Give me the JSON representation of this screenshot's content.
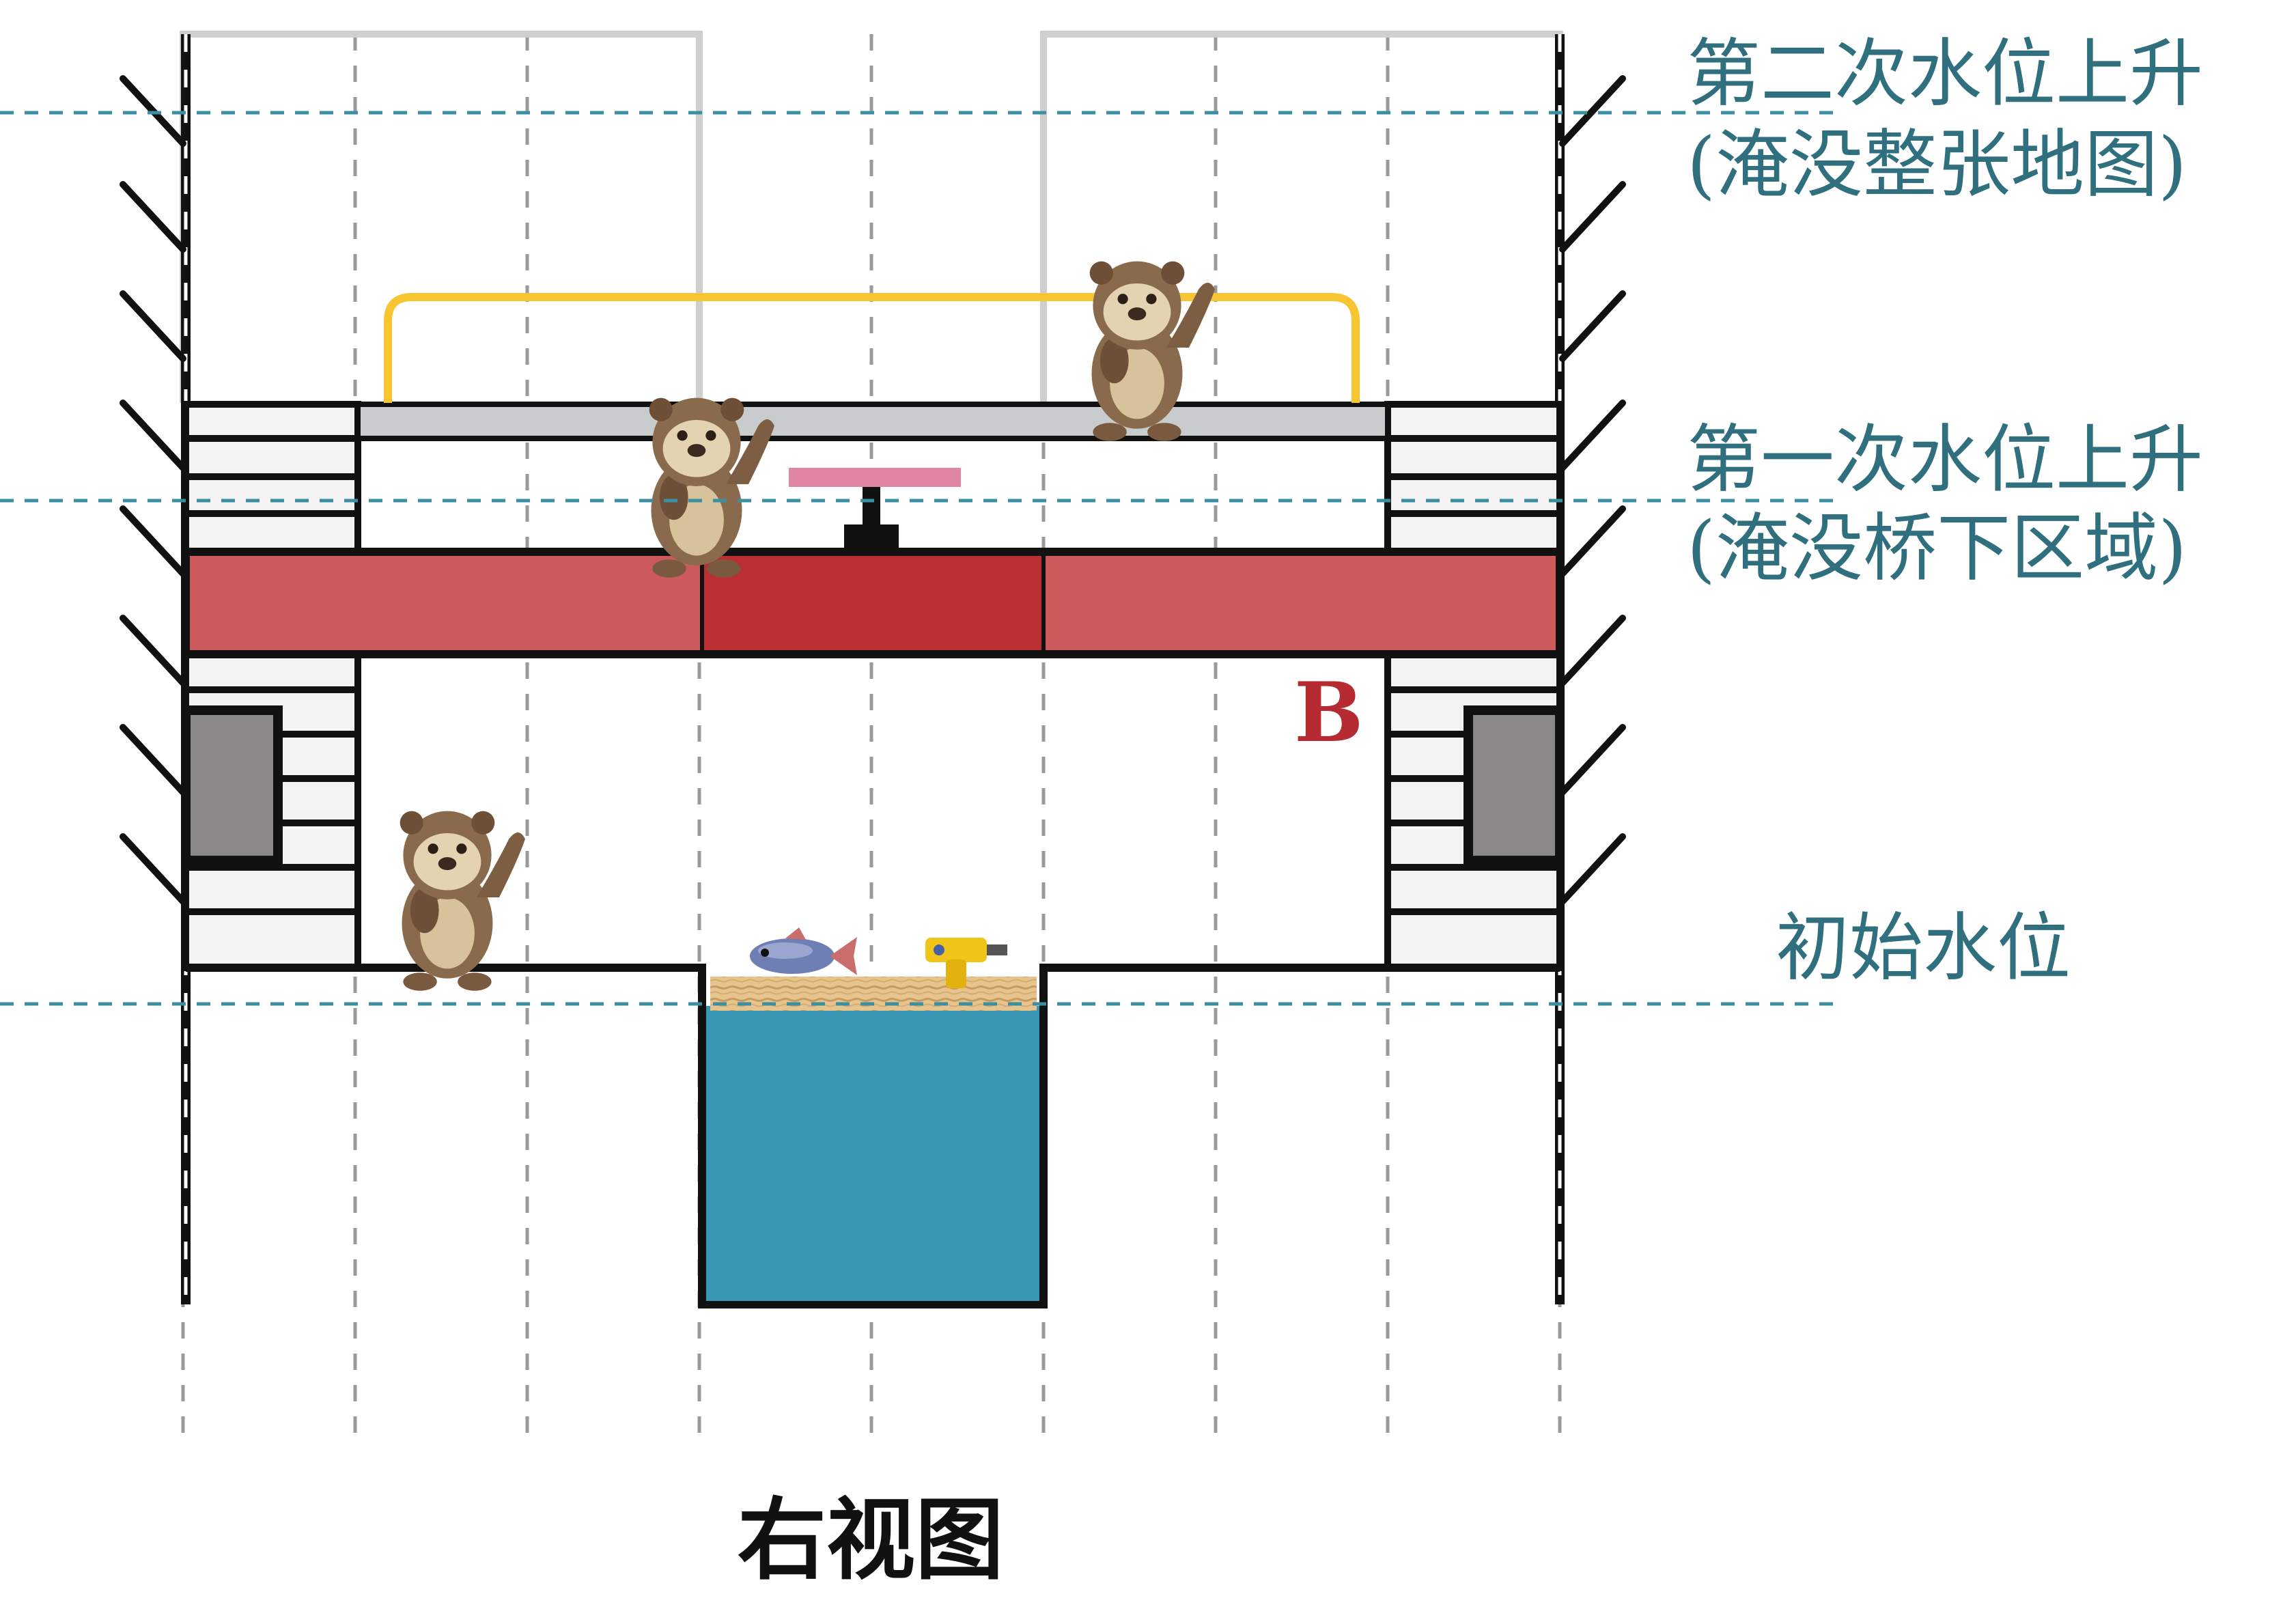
{
  "levels": {
    "second_line1": "第二次水位上升",
    "second_line2": "(淹没整张地图)",
    "first_line1": "第一次水位上升",
    "first_line2": "(淹没桥下区域)",
    "initial": "初始水位"
  },
  "marker": {
    "label": "B"
  },
  "caption": "右视图",
  "colors": {
    "water": "#3a97b3",
    "water_line": "#3c8ea2",
    "bridge_dark": "#bb2f32",
    "bridge_light": "#cc5a5c",
    "cable": "#f6c531",
    "deck": "#c9cccc",
    "pad": "#e085a3",
    "marker": "#b52b31",
    "level_text": "#2f6f7e",
    "wall_block": "#8a8888"
  },
  "icons": {
    "otter": "otter-figure-icon",
    "fish": "fish-icon",
    "drill": "yellow-drill-icon",
    "wood": "wood-plank-icon",
    "hatch": "wall-hatch-icon"
  }
}
